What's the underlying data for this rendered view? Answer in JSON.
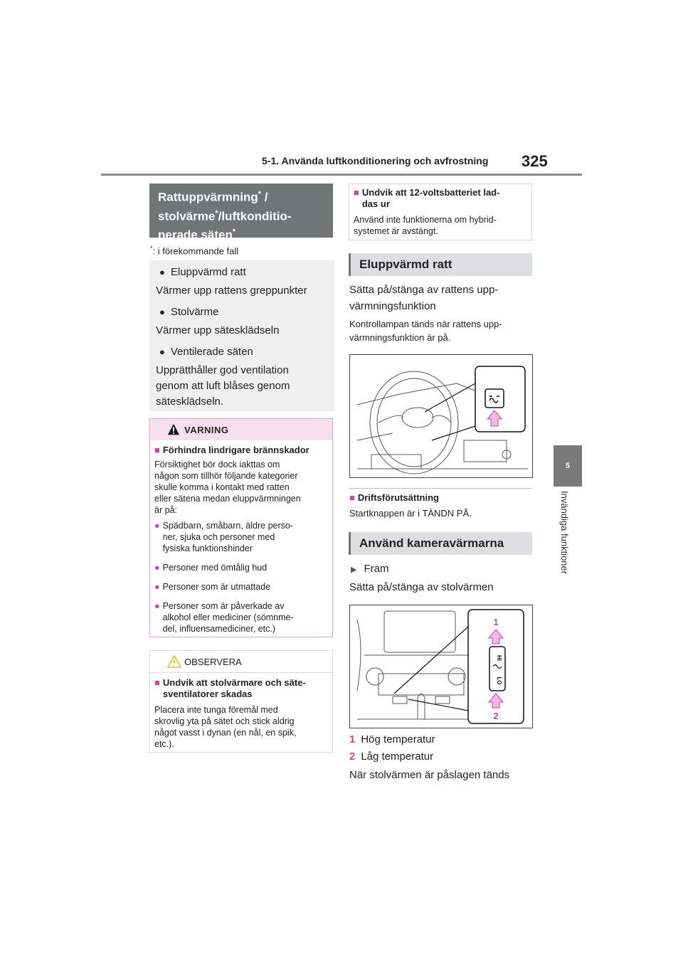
{
  "header": {
    "chapter_title": "5-1. Använda luftkonditionering och avfrostning",
    "page_number": "325",
    "side_tab_number": "5",
    "side_tab_text": "Invändiga funktioner"
  },
  "left": {
    "title_line1": "Rattuppvärmning",
    "title_sep": "/",
    "title_line2a": "stolvärme",
    "title_line2b": "/luftkonditio-",
    "title_line3": "nerade säten",
    "asterisk": "*",
    "footnote": ": i förekommande fall",
    "items": [
      {
        "heading": "Eluppvärmd ratt",
        "desc": "Värmer upp rattens greppunkter"
      },
      {
        "heading": "Stolvärme",
        "desc": "Värmer upp sätesklädseln"
      },
      {
        "heading": "Ventilerade säten",
        "desc_lines": [
          "Upprätthåller god ventilation",
          "genom att luft blåses genom",
          "sätesklädseln."
        ]
      }
    ],
    "warning": {
      "label": "VARNING",
      "heading": "Förhindra lindrigare brännskador",
      "text_lines": [
        "Försiktighet bör dock iakttas om",
        "någon som tillhör följande kategorier",
        "skulle komma i kontakt med ratten",
        "eller sätena medan eluppvärmningen",
        "är på:"
      ],
      "bullets": [
        [
          "Spädbarn, småbarn, äldre perso-",
          "ner, sjuka och personer med",
          "fysiska funktionshinder"
        ],
        [
          "Personer med ömtålig hud"
        ],
        [
          "Personer som är utmattade"
        ],
        [
          "Personer som är påverkade av",
          "alkohol eller mediciner (sömnme-",
          "del, influensamediciner, etc.)"
        ]
      ]
    },
    "notice": {
      "label": "OBSERVERA",
      "heading_lines": [
        "Undvik att stolvärmare och säte-",
        "sventilatorer skadas"
      ],
      "text_lines": [
        "Placera inte tunga föremål med",
        "skrovlig yta på sätet och stick aldrig",
        "något vasst i dynan (en nål, en spik,",
        "etc.)."
      ]
    }
  },
  "right": {
    "battery_heading_lines": [
      "Undvik att 12-voltsbatteriet lad-",
      "das ur"
    ],
    "battery_text_lines": [
      "Använd inte funktionerna om hybrid-",
      "systemet är avstängt."
    ],
    "section1_title": "Eluppvärmd ratt",
    "section1_body_lines": [
      "Sätta på/stänga av rattens upp-",
      "värmningsfunktion"
    ],
    "section1_small_lines": [
      "Kontrollampan tänds när rattens upp-",
      "värmningsfunktion är på."
    ],
    "operating_heading": "Driftsförutsättning",
    "operating_text": "Startknappen är i TÄNDN PÅ.",
    "section2_title": "Använd kameravärmarna",
    "front_label": "Fram",
    "section2_body": "Sätta på/stänga av stolvärmen",
    "callout1": "1",
    "callout2": "2",
    "legend": [
      {
        "num": "1",
        "text": "Hög temperatur"
      },
      {
        "num": "2",
        "text": "Låg temperatur"
      }
    ],
    "closing_text": "När stolvärmen är påslagen tänds",
    "switch_text_hi": "HI",
    "switch_text_lo": "LO"
  },
  "colors": {
    "title_bg": "#6f7675",
    "accent": "#c44a9a",
    "warning_bg": "#f6e0ef",
    "arrow_fill": "#f4b8e4"
  }
}
